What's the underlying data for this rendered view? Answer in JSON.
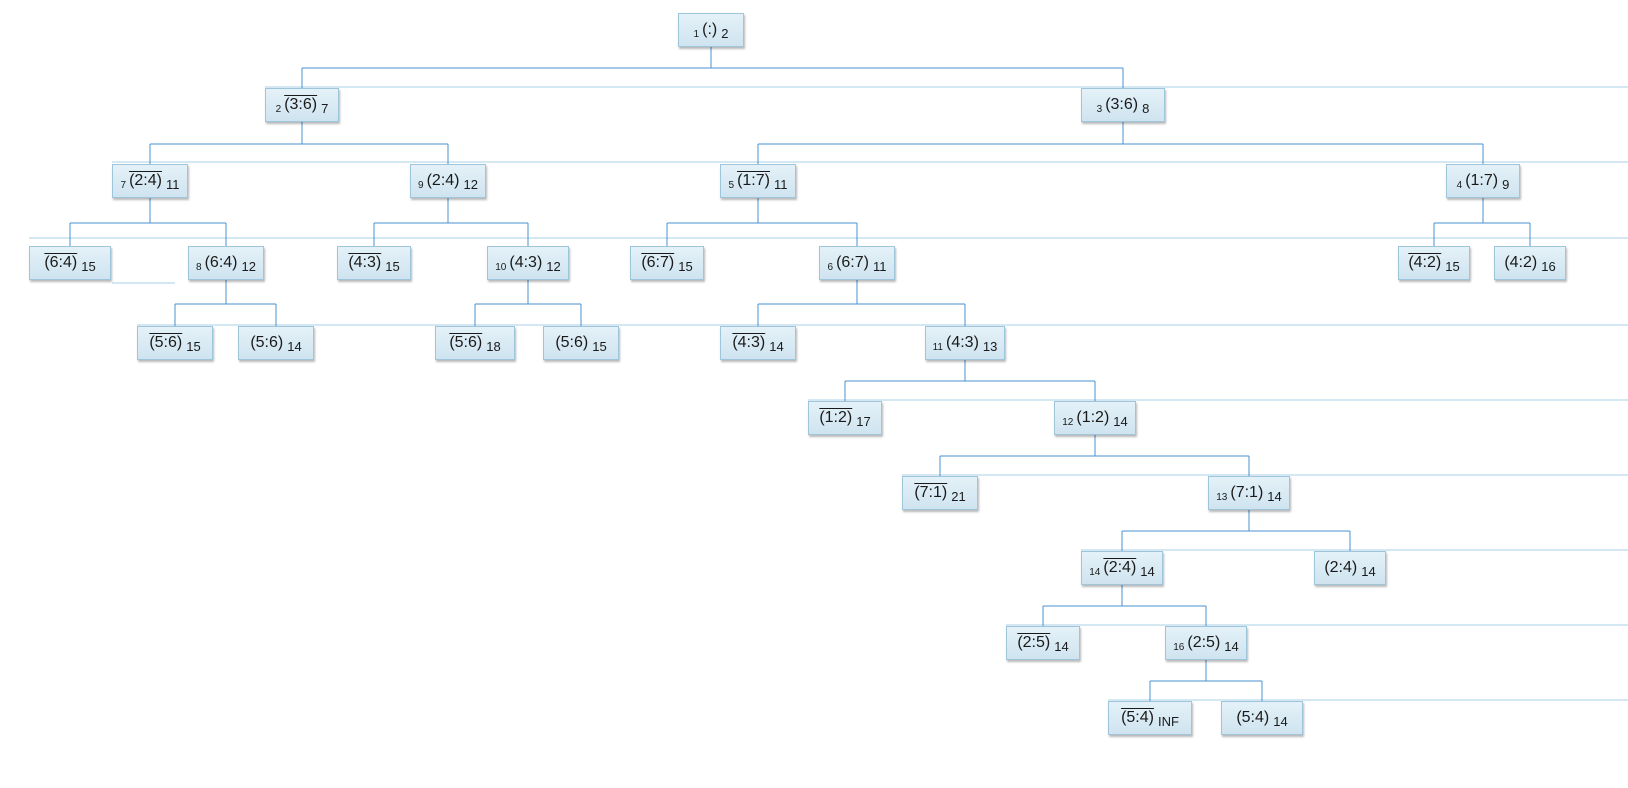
{
  "tree": {
    "nodes": [
      {
        "id": "1",
        "label": "(:)",
        "neg": false,
        "cost": "2",
        "parent": null
      },
      {
        "id": "2",
        "label": "(3:6)",
        "neg": true,
        "cost": "7",
        "parent": "1"
      },
      {
        "id": "3",
        "label": "(3:6)",
        "neg": false,
        "cost": "8",
        "parent": "1"
      },
      {
        "id": "7",
        "label": "(2:4)",
        "neg": true,
        "cost": "11",
        "parent": "2"
      },
      {
        "id": "9",
        "label": "(2:4)",
        "neg": false,
        "cost": "12",
        "parent": "2"
      },
      {
        "id": "5",
        "label": "(1:7)",
        "neg": true,
        "cost": "11",
        "parent": "3"
      },
      {
        "id": "4",
        "label": "(1:7)",
        "neg": false,
        "cost": "9",
        "parent": "3"
      },
      {
        "id": "",
        "label": "(6:4)",
        "neg": true,
        "cost": "15",
        "parent": "7"
      },
      {
        "id": "8",
        "label": "(6:4)",
        "neg": false,
        "cost": "12",
        "parent": "7"
      },
      {
        "id": "",
        "label": "(4:3)",
        "neg": true,
        "cost": "15",
        "parent": "9"
      },
      {
        "id": "10",
        "label": "(4:3)",
        "neg": false,
        "cost": "12",
        "parent": "9"
      },
      {
        "id": "",
        "label": "(6:7)",
        "neg": true,
        "cost": "15",
        "parent": "5"
      },
      {
        "id": "6",
        "label": "(6:7)",
        "neg": false,
        "cost": "11",
        "parent": "5"
      },
      {
        "id": "",
        "label": "(4:2)",
        "neg": true,
        "cost": "15",
        "parent": "4"
      },
      {
        "id": "",
        "label": "(4:2)",
        "neg": false,
        "cost": "16",
        "parent": "4"
      },
      {
        "id": "",
        "label": "(5:6)",
        "neg": true,
        "cost": "15",
        "parent": "8"
      },
      {
        "id": "",
        "label": "(5:6)",
        "neg": false,
        "cost": "14",
        "parent": "8"
      },
      {
        "id": "",
        "label": "(5:6)",
        "neg": true,
        "cost": "18",
        "parent": "10"
      },
      {
        "id": "",
        "label": "(5:6)",
        "neg": false,
        "cost": "15",
        "parent": "10"
      },
      {
        "id": "",
        "label": "(4:3)",
        "neg": true,
        "cost": "14",
        "parent": "6"
      },
      {
        "id": "11",
        "label": "(4:3)",
        "neg": false,
        "cost": "13",
        "parent": "6"
      },
      {
        "id": "",
        "label": "(1:2)",
        "neg": true,
        "cost": "17",
        "parent": "11"
      },
      {
        "id": "12",
        "label": "(1:2)",
        "neg": false,
        "cost": "14",
        "parent": "11"
      },
      {
        "id": "",
        "label": "(7:1)",
        "neg": true,
        "cost": "21",
        "parent": "12"
      },
      {
        "id": "13",
        "label": "(7:1)",
        "neg": false,
        "cost": "14",
        "parent": "12"
      },
      {
        "id": "14",
        "label": "(2:4)",
        "neg": true,
        "cost": "14",
        "parent": "13"
      },
      {
        "id": "",
        "label": "(2:4)",
        "neg": false,
        "cost": "14",
        "parent": "13"
      },
      {
        "id": "",
        "label": "(2:5)",
        "neg": true,
        "cost": "14",
        "parent": "14"
      },
      {
        "id": "16",
        "label": "(2:5)",
        "neg": false,
        "cost": "14",
        "parent": "14"
      },
      {
        "id": "",
        "label": "(5:4)",
        "neg": true,
        "cost": "INF",
        "parent": "16"
      },
      {
        "id": "",
        "label": "(5:4)",
        "neg": false,
        "cost": "14",
        "parent": "16"
      }
    ],
    "colors": {
      "edge": "#4a90d0",
      "level_line": "#a9d0e8",
      "node_border": "#9fc5da",
      "node_fill": "#dceef7"
    }
  }
}
